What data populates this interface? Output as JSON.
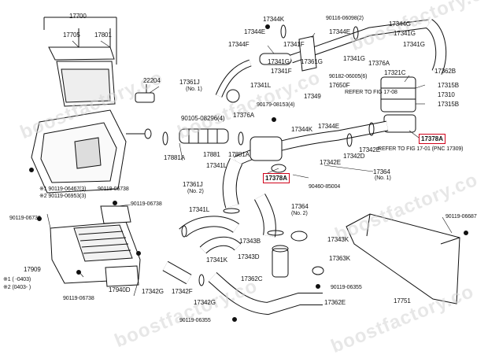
{
  "watermark": "boostfactory.co",
  "callouts": [
    "17378A",
    "17378A"
  ],
  "labels": {
    "l17700": "17700",
    "l17705": "17705",
    "l17801": "17801",
    "l22204": "22204",
    "l17881A_left": "17881A",
    "l17361J_no1": "17361J",
    "l17361J_no1_note": "(No. 1)",
    "l90105": "90105-08296(4)",
    "l17376A_mid": "17376A",
    "l17881": "17881",
    "l17881A_mid": "17881A",
    "l17341L_mid": "17341L",
    "l17361J_no2": "17361J",
    "l17361J_no2_note": "(No. 2)",
    "l17341L_low": "17341L",
    "l17341K_low": "17341K",
    "l90119_06467": "※1 90119-06467(3)",
    "l90119_06953": "※2 90119-06953(3)",
    "l90119_06738_top": "90119-06738",
    "l90119_06738_left": "90119-06738",
    "l90119_06738_bot": "90119-06738",
    "l90119_06738_cent": "90119-06738",
    "l17909": "17909",
    "l17940D": "17940D",
    "l17342G_a": "17342G",
    "l17342F": "17342F",
    "l17342G_b": "17342G",
    "l90119_06355_bot": "90119-06355",
    "l17344K_top": "17344K",
    "l17344E_top": "17344E",
    "l17344F": "17344F",
    "l17341F_top": "17341F",
    "l17341G_top": "17341G",
    "l17361G": "17361G",
    "l90116": "90116-06098(2)",
    "l17344G": "17344G",
    "l17344E_mid": "17344E",
    "l17341G_r": "17341G",
    "l17341G_r2": "17341G",
    "l17376A_r": "17376A",
    "l17321C": "17321C",
    "l17362B": "17362B",
    "l90182": "90182-06005(6)",
    "l17650F": "17650F",
    "l17315B_a": "17315B",
    "l17310": "17310",
    "l17315B_b": "17315B",
    "l17341L_top": "17341L",
    "l17341F_mid": "17341F",
    "l17349": "17349",
    "l90179": "90179-08153(4)",
    "l17344K_mid": "17344K",
    "l17344E_low": "17344E",
    "l17342E_mid": "17342E",
    "l17342D": "17342D",
    "l17342E_low": "17342E",
    "l17364_no1": "17364",
    "l17364_no1_note": "(No. 1)",
    "l90460": "90460-85004",
    "l17364_no2": "17364",
    "l17364_no2_note": "(No. 2)",
    "l17343B": "17343B",
    "l17343K": "17343K",
    "l17343D": "17343D",
    "l17363K": "17363K",
    "l17362C": "17362C",
    "l90119_06355_r": "90119-06355",
    "l17362E": "17362E",
    "l17751": "17751",
    "l90119_06687": "90119-06687",
    "refer_fig17_08": "REFER TO FIG 17-08",
    "refer_fig17_01": "REFER TO FIG 17-01 (PNC 17309)",
    "footnote1": "※1 (    -0403)",
    "footnote2": "※2 (0403-    )"
  },
  "icons": [
    "air-cleaner-icon",
    "intercooler-icon",
    "intake-hose-icon",
    "clamp-icon",
    "bolt-icon",
    "gasket-icon",
    "throttle-body-icon",
    "cover-plate-icon"
  ]
}
